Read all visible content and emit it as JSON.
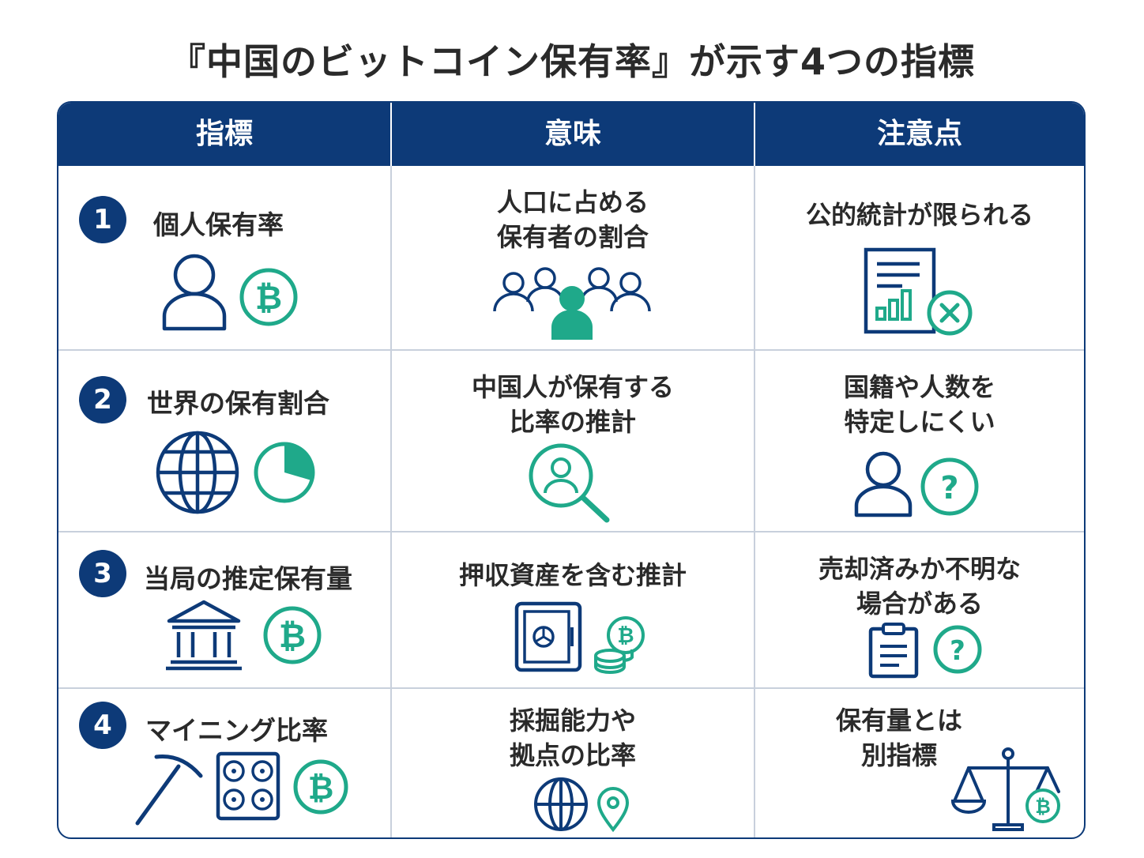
{
  "title": "『中国のビットコイン保有率』が示す4つの指標",
  "headers": [
    "指標",
    "意味",
    "注意点"
  ],
  "rows": [
    {
      "number": "1",
      "indicator": "個人保有率",
      "meaning": [
        "人口に占める",
        "保有者の割合"
      ],
      "caution": [
        "公的統計が限られる"
      ],
      "indicator_icons": [
        "person-icon",
        "bitcoin-icon"
      ],
      "meaning_icons": [
        "people-group-icon"
      ],
      "caution_icons": [
        "report-chart-x-icon"
      ]
    },
    {
      "number": "2",
      "indicator": "世界の保有割合",
      "meaning": [
        "中国人が保有する",
        "比率の推計"
      ],
      "caution": [
        "国籍や人数を",
        "特定しにくい"
      ],
      "indicator_icons": [
        "globe-icon",
        "pie-chart-icon"
      ],
      "meaning_icons": [
        "magnifier-person-icon"
      ],
      "caution_icons": [
        "person-icon",
        "question-icon"
      ]
    },
    {
      "number": "3",
      "indicator": "当局の推定保有量",
      "meaning": [
        "押収資産を含む推計"
      ],
      "caution": [
        "売却済みか不明な",
        "場合がある"
      ],
      "indicator_icons": [
        "bank-building-icon",
        "bitcoin-icon"
      ],
      "meaning_icons": [
        "safe-icon",
        "coin-stack-icon"
      ],
      "caution_icons": [
        "clipboard-icon",
        "question-icon"
      ]
    },
    {
      "number": "4",
      "indicator": "マイニング比率",
      "meaning": [
        "採掘能力や",
        "拠点の比率"
      ],
      "caution": [
        "保有量とは",
        "別指標"
      ],
      "indicator_icons": [
        "pickaxe-icon",
        "mining-rig-icon",
        "bitcoin-icon"
      ],
      "meaning_icons": [
        "globe-icon",
        "location-pin-icon"
      ],
      "caution_icons": [
        "balance-scale-icon"
      ]
    }
  ],
  "colors": {
    "navy": "#0d3a78",
    "teal": "#1fa98a",
    "grid": "#c8d0dc"
  }
}
